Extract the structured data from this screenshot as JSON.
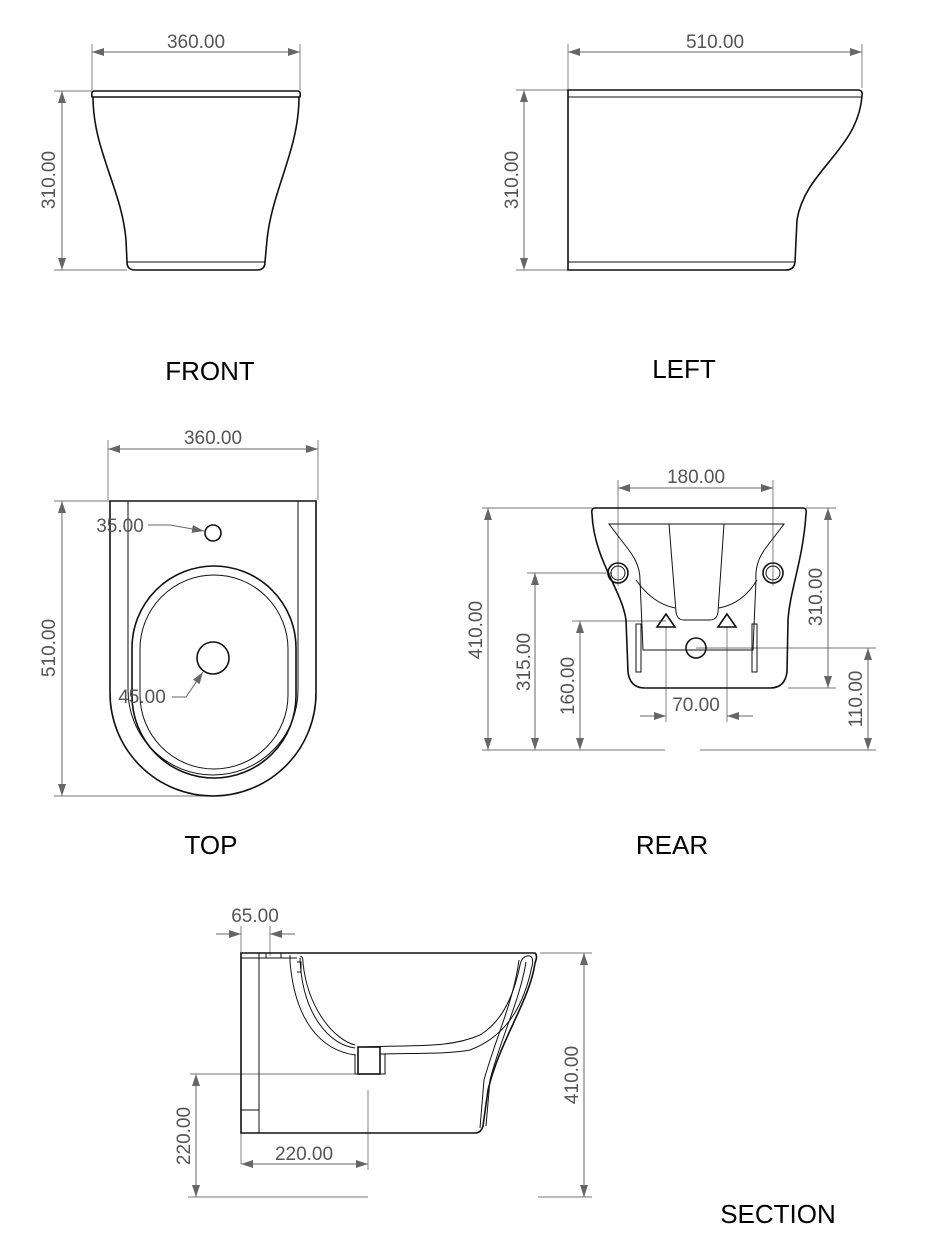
{
  "views": {
    "front": {
      "label": "FRONT",
      "width": "360.00",
      "height": "310.00"
    },
    "left": {
      "label": "LEFT",
      "depth": "510.00",
      "height": "310.00"
    },
    "top": {
      "label": "TOP",
      "width": "360.00",
      "depth": "510.00",
      "tap_hole": "35.00",
      "drain_hole": "45.00"
    },
    "rear": {
      "label": "REAR",
      "fixing_spacing": "180.00",
      "total_height": "410.00",
      "fixing_height": "315.00",
      "water_inlet_height": "160.00",
      "body_height": "310.00",
      "waste_height": "110.00",
      "inlet_spacing": "70.00"
    },
    "section": {
      "label": "SECTION",
      "wall_depth": "65.00",
      "total_height": "410.00",
      "waste_height": "220.00",
      "waste_offset": "220.00"
    }
  },
  "colors": {
    "outline": "#111111",
    "dimension": "#666666"
  }
}
